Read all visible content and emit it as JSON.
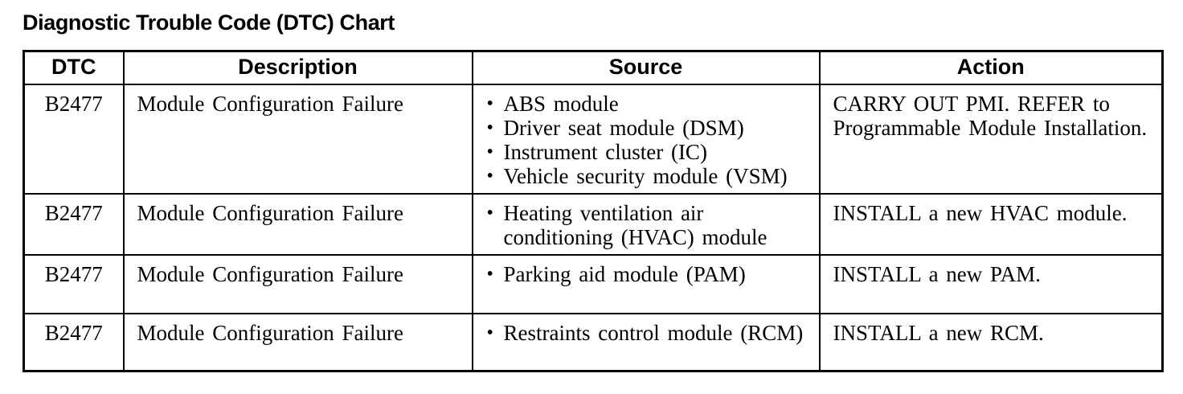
{
  "page": {
    "title": "Diagnostic Trouble Code (DTC) Chart"
  },
  "table": {
    "bullet_char": "•",
    "headers": {
      "dtc": "DTC",
      "description": "Description",
      "source": "Source",
      "action": "Action"
    },
    "rows": [
      {
        "dtc": "B2477",
        "description": "Module Configuration Failure",
        "source_items": [
          "ABS module",
          "Driver seat module (DSM)",
          "Instrument cluster (IC)",
          "Vehicle security module (VSM)"
        ],
        "action": "CARRY OUT PMI. REFER to Programmable Module Installation."
      },
      {
        "dtc": "B2477",
        "description": "Module Configuration Failure",
        "source_items": [
          "Heating ventilation air conditioning (HVAC) module"
        ],
        "action": "INSTALL a new HVAC module."
      },
      {
        "dtc": "B2477",
        "description": "Module Configuration Failure",
        "source_items": [
          "Parking aid module (PAM)"
        ],
        "action": "INSTALL a new PAM."
      },
      {
        "dtc": "B2477",
        "description": "Module Configuration Failure",
        "source_items": [
          "Restraints control module (RCM)"
        ],
        "action": "INSTALL a new RCM."
      }
    ]
  }
}
